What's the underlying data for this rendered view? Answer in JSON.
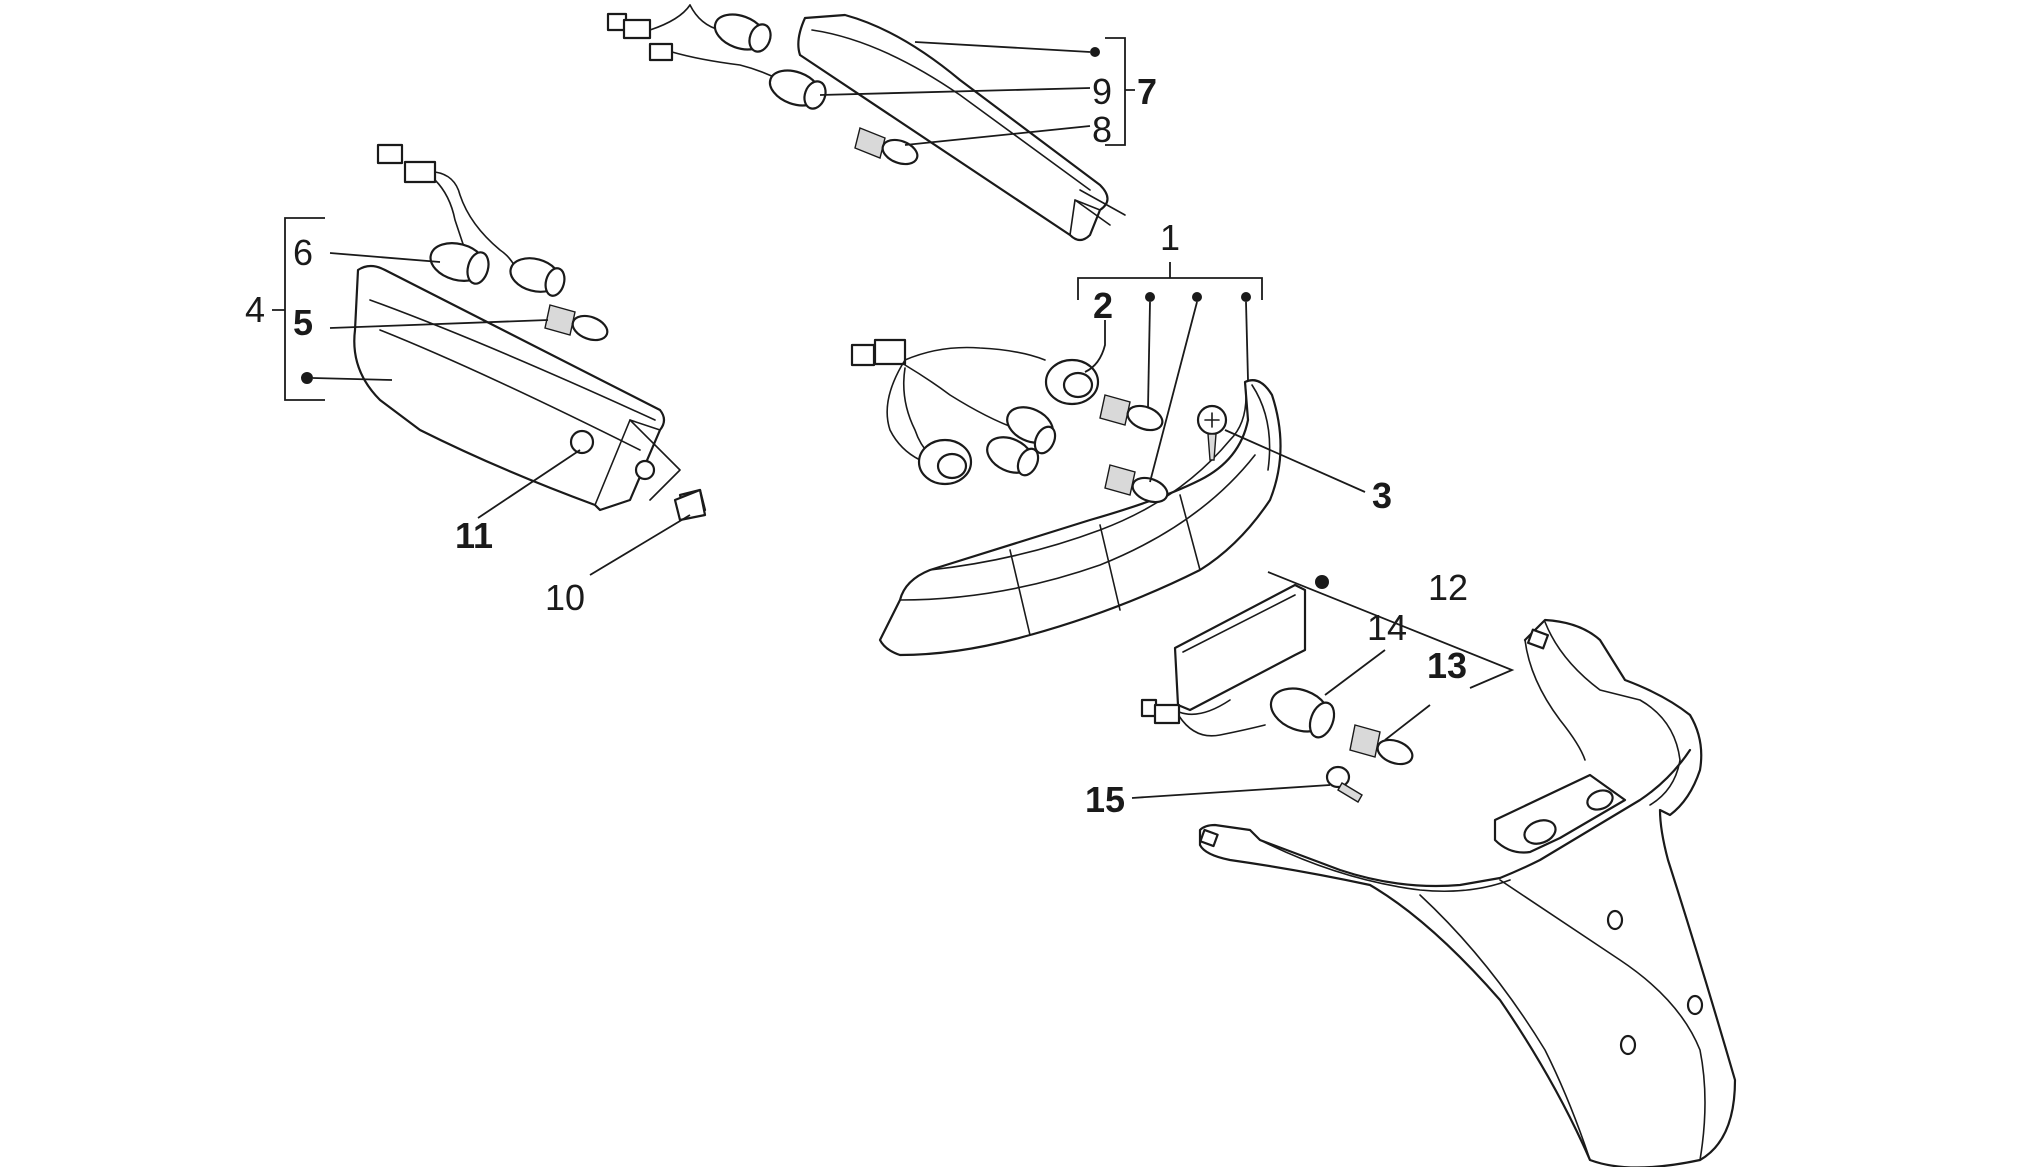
{
  "callouts": {
    "c1": "1",
    "c2": "2",
    "c3": "3",
    "c4": "4",
    "c5": "5",
    "c6": "6",
    "c7": "7",
    "c8": "8",
    "c9": "9",
    "c10": "10",
    "c11": "11",
    "c12": "12",
    "c13": "13",
    "c14": "14",
    "c15": "15"
  },
  "colors": {
    "line": "#1a1a1a",
    "background": "#ffffff",
    "shade": "#d9d9d9"
  }
}
